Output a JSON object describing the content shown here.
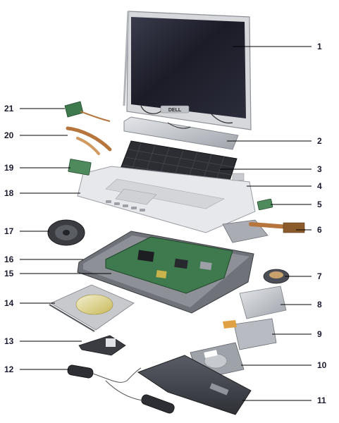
{
  "callouts": {
    "c1": "1",
    "c2": "2",
    "c3": "3",
    "c4": "4",
    "c5": "5",
    "c6": "6",
    "c7": "7",
    "c8": "8",
    "c9": "9",
    "c10": "10",
    "c11": "11",
    "c12": "12",
    "c13": "13",
    "c14": "14",
    "c15": "15",
    "c16": "16",
    "c17": "17",
    "c18": "18",
    "c19": "19",
    "c20": "20",
    "c21": "21"
  },
  "brand_logo": "DELL",
  "colors": {
    "bezel": "#d8dadd",
    "screen": "#1c1d2a",
    "keyboard": "#2b2d33",
    "palmrest": "#e6e7ea",
    "board": "#3f7a4f",
    "metal": "#b9bcc2",
    "copper": "#b5753c",
    "dark_part": "#3a3c42",
    "callout_text": "#1a1a2e"
  }
}
